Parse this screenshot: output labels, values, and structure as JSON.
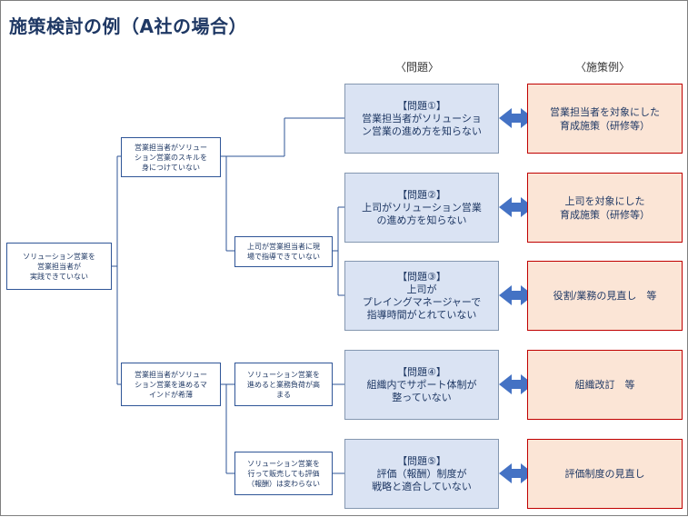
{
  "title": "施策検討の例（A社の場合）",
  "headers": {
    "problems": "〈問題〉",
    "measures": "〈施策例〉"
  },
  "tree": {
    "root": "ソリューション営業を\n営業担当者が\n実践できていない",
    "branch1": "営業担当者がソリュー\nション営業のスキルを\n身につけていない",
    "branch2": "営業担当者がソリュー\nション営業を進めるマ\nインドが希薄",
    "sub_boss": "上司が営業担当者に現\n場で指導できていない",
    "sub_load": "ソリューション営業を\n進めると業務負荷が高\nまる",
    "sub_eval": "ソリューション営業を\n行って販売しても評価\n（報酬）は変わらない"
  },
  "problems": [
    {
      "label": "【問題①】",
      "text": "営業担当者がソリューショ\nン営業の進め方を知らない"
    },
    {
      "label": "【問題②】",
      "text": "上司がソリューション営業\nの進め方を知らない"
    },
    {
      "label": "【問題③】",
      "text": "上司が\nプレイングマネージャーで\n指導時間がとれていない"
    },
    {
      "label": "【問題④】",
      "text": "組織内でサポート体制が\n整っていない"
    },
    {
      "label": "【問題⑤】",
      "text": "評価（報酬）制度が\n戦略と適合していない"
    }
  ],
  "measures": [
    "営業担当者を対象にした\n育成施策（研修等）",
    "上司を対象にした\n育成施策（研修等）",
    "役割/業務の見直し　等",
    "組織改訂　等",
    "評価制度の見直し"
  ],
  "colors": {
    "tree_border": "#2f5597",
    "problem_fill": "#dae3f3",
    "measure_fill": "#fbe5d6",
    "measure_border": "#c00000",
    "arrow": "#4472c4"
  }
}
